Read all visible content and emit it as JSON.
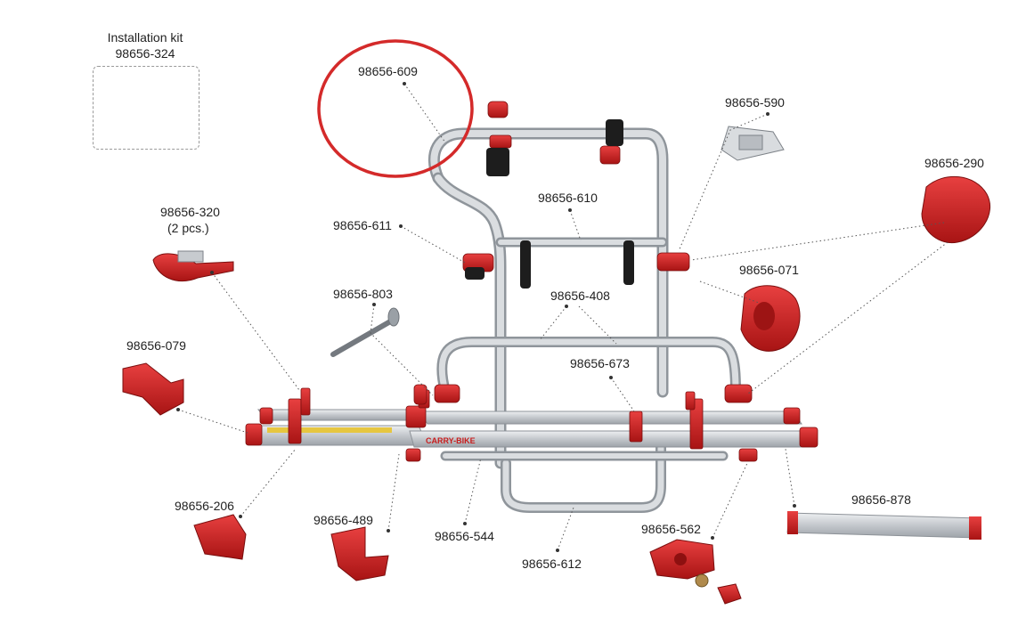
{
  "installation_kit": {
    "title": "Installation kit",
    "code": "98656-324"
  },
  "parts": [
    {
      "code": "98656-609"
    },
    {
      "code": "98656-590"
    },
    {
      "code": "98656-290"
    },
    {
      "code": "98656-610"
    },
    {
      "code": "98656-611"
    },
    {
      "code": "98656-320"
    },
    {
      "code": "98656-071"
    },
    {
      "code": "98656-803"
    },
    {
      "code": "98656-408"
    },
    {
      "code": "98656-079"
    },
    {
      "code": "98656-673"
    },
    {
      "code": "98656-206"
    },
    {
      "code": "98656-489"
    },
    {
      "code": "98656-544"
    },
    {
      "code": "98656-612"
    },
    {
      "code": "98656-562"
    },
    {
      "code": "98656-878"
    }
  ],
  "qty_note": "(2 pcs.)",
  "rail_sticker": "CARRY-BIKE",
  "colors": {
    "highlight_circle": "#d42a2a",
    "part_red": "#cc2020",
    "aluminum": "#c8cbcf"
  }
}
